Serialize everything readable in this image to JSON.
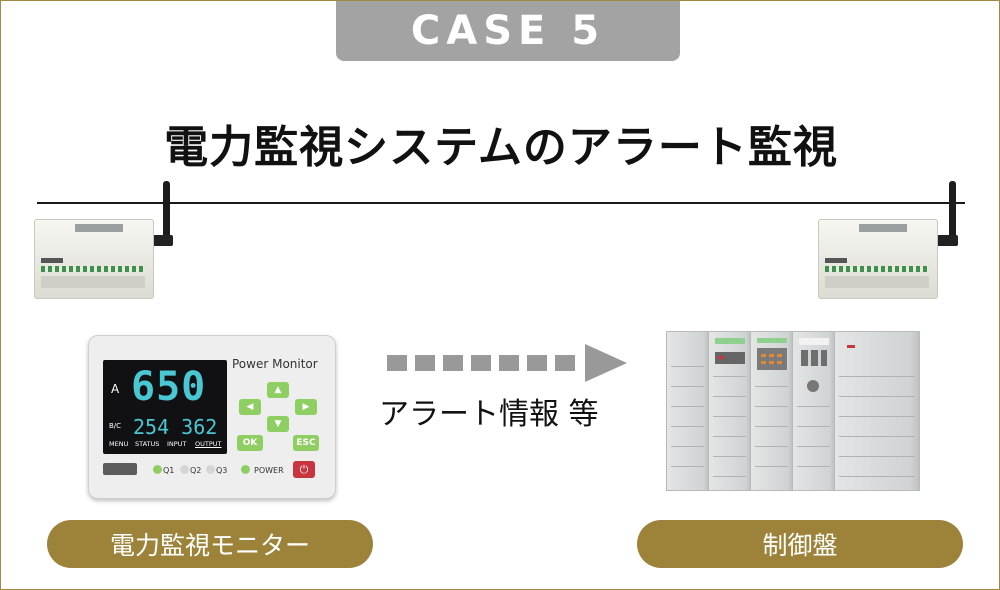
{
  "case_label": "CASE 5",
  "title": "電力監視システムのアラート監視",
  "arrow_caption": "アラート情報 等",
  "left_label": "電力監視モニター",
  "right_label": "制御盤",
  "monitor": {
    "title": "Power Monitor",
    "channel": "A",
    "big_value": "650",
    "sub_values": "254 362",
    "sub_channel": "B/C",
    "menu_items": [
      "MENU",
      "STATUS",
      "INPUT",
      "OUTPUT"
    ],
    "keys": {
      "up": "▲",
      "down": "▼",
      "left": "◀",
      "right": "▶",
      "ok": "OK",
      "esc": "ESC"
    },
    "indicators": [
      "Q1",
      "Q2",
      "Q3"
    ],
    "power_label": "POWER",
    "power_icon": "⏻"
  },
  "colors": {
    "gold": "#9d8339",
    "frame": "#a08a43",
    "tab_gray": "#a3a3a3",
    "lcd_digits": "#49c7d3",
    "key_green": "#8fce62",
    "power_red": "#c8353f"
  }
}
